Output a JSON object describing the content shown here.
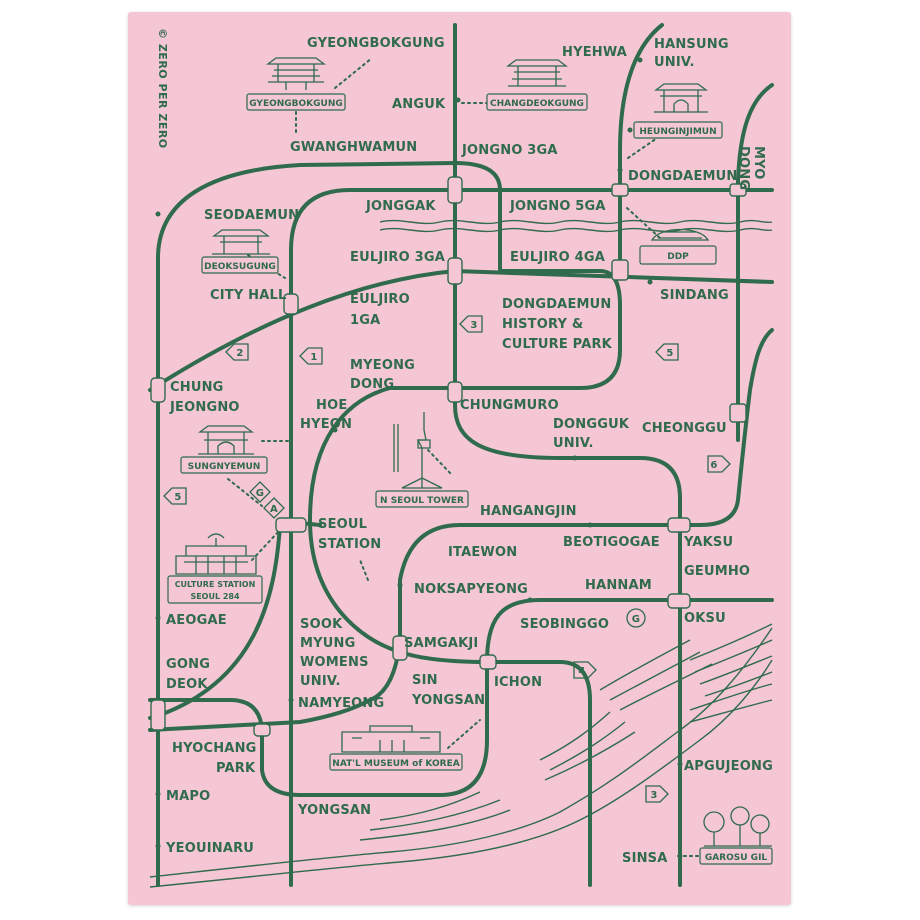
{
  "copyright": "© ZERO PER ZERO",
  "stations": {
    "gyeongbokgung": "GYEONGBOKGUNG",
    "hyehwa": "HYEHWA",
    "hansung_1": "HANSUNG",
    "hansung_2": "UNIV.",
    "anguk": "ANGUK",
    "gwanghwamun": "GWANGHWAMUN",
    "jongno_3ga": "JONGNO 3GA",
    "dongdaemun": "DONGDAEMUN",
    "dongmyo_1": "DONG",
    "dongmyo_2": "MYO",
    "seodaemun": "SEODAEMUN",
    "jonggak": "JONGGAK",
    "jongno_5ga": "JONGNO 5GA",
    "euljiro_3ga": "EULJIRO 3GA",
    "euljiro_4ga": "EULJIRO 4GA",
    "city_hall": "CITY HALL",
    "euljiro_1ga_1": "EULJIRO",
    "euljiro_1ga_2": "1GA",
    "sindang": "SINDANG",
    "ddp_history_1": "DONGDAEMUN",
    "ddp_history_2": "HISTORY &",
    "ddp_history_3": "CULTURE PARK",
    "myeongdong_1": "MYEONG",
    "myeongdong_2": "DONG",
    "chungjeongno_1": "CHUNG",
    "chungjeongno_2": "JEONGNO",
    "hoehyeon_1": "HOE",
    "hoehyeon_2": "HYEON",
    "chungmuro": "CHUNGMURO",
    "dongguk_1": "DONGGUK",
    "dongguk_2": "UNIV.",
    "cheonggu": "CHEONGGU",
    "hangangjin": "HANGANGJIN",
    "seoul_station_1": "SEOUL",
    "seoul_station_2": "STATION",
    "itaewon": "ITAEWON",
    "beotigogae": "BEOTIGOGAE",
    "yaksu": "YAKSU",
    "geumho": "GEUMHO",
    "noksapyeong": "NOKSAPYEONG",
    "hannam": "HANNAM",
    "aeogae": "AEOGAE",
    "seobinggo": "SEOBINGGO",
    "oksu": "OKSU",
    "sookmyung_1": "SOOK",
    "sookmyung_2": "MYUNG",
    "sookmyung_3": "WOMENS",
    "sookmyung_4": "UNIV.",
    "samgakji": "SAMGAKJI",
    "gongdeok_1": "GONG",
    "gongdeok_2": "DEOK",
    "sinyongsan_1": "SIN",
    "sinyongsan_2": "YONGSAN",
    "ichon": "ICHON",
    "namyeong": "NAMYEONG",
    "hyochang_1": "HYOCHANG",
    "hyochang_2": "PARK",
    "apgujeong": "APGUJEONG",
    "mapo": "MAPO",
    "yongsan": "YONGSAN",
    "yeouinaru": "YEOUINARU",
    "sinsa": "SINSA"
  },
  "landmarks": {
    "gyeongbokgung": "GYEONGBOKGUNG",
    "changdeokgung": "CHANGDEOKGUNG",
    "heunginjimun": "HEUNGINJIMUN",
    "deoksugung": "DEOKSUGUNG",
    "ddp": "DDP",
    "sungnyemun": "SUNGNYEMUN",
    "n_seoul_tower": "N SEOUL TOWER",
    "culture_station_1": "CULTURE STATION",
    "culture_station_2": "SEOUL 284",
    "museum_1": "NAT'L MUSEUM",
    "museum_2": "of",
    "museum_3": "KOREA",
    "garosu_gil": "GAROSU GIL"
  },
  "line_markers": {
    "m1": "1",
    "m2": "2",
    "m3": "3",
    "m3b": "3",
    "m4": "4",
    "m5": "5",
    "m5b": "5",
    "m6": "6",
    "g1": "G",
    "g2": "G",
    "a1": "A"
  },
  "colors": {
    "card": "#f5c6d4",
    "ink": "#2f6b4c"
  }
}
